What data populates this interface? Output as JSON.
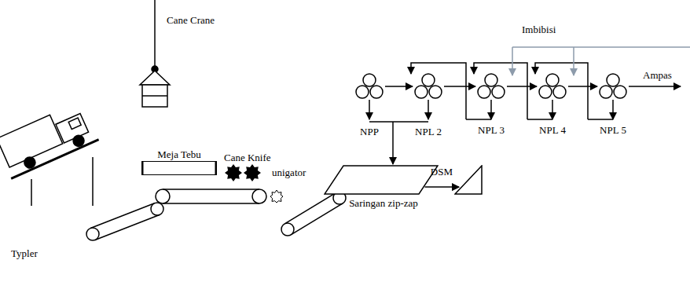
{
  "diagram": {
    "nodes": [
      {
        "text": [
          "Meja Tebu"
        ]
      },
      {
        "text": [
          "Saringan zip-zap"
        ]
      },
      {
        "text": [
          "DSM"
        ]
      }
    ],
    "edges": [
      {
        "from": 1,
        "to": 2,
        "arrow": "to"
      }
    ],
    "labels": [
      "Cane Crane",
      "Imbibisi",
      "Cane Knife",
      "unigator",
      "Ampas",
      "Typler",
      "NPP",
      "NPL 2",
      "NPL 3",
      "NPL 4",
      "NPL 5"
    ]
  }
}
